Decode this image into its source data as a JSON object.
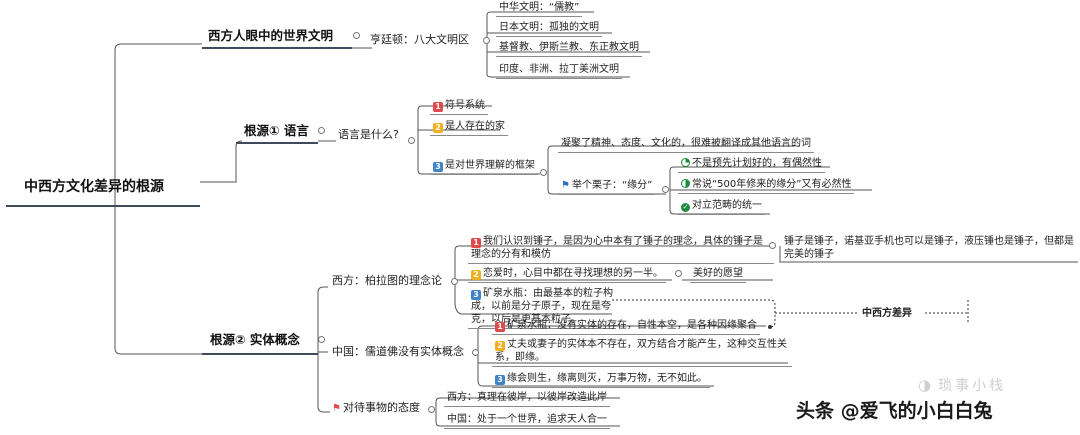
{
  "root": "中西方文化差异的根源",
  "b1": {
    "title": "西方人眼中的世界文明",
    "sub": "亨廷顿：八大文明区",
    "items": [
      "中华文明：“儒教”",
      "日本文明：孤独的文明",
      "基督教、伊斯兰教、东正教文明",
      "印度、非洲、拉丁美洲文明"
    ]
  },
  "b2": {
    "title": "根源① 语言",
    "sub": "语言是什么?",
    "items": [
      "符号系统",
      "是人存在的家",
      "是对世界理解的框架"
    ],
    "frame_detail": "凝聚了精神、态度、文化的，很难被翻译成其他语言的词",
    "example": "举个栗子：“缘分”",
    "example_items": [
      "不是预先计划好的，有偶然性",
      "常说“500年修来的缘分”又有必然性",
      "对立范畴的统一"
    ]
  },
  "b3": {
    "title": "根源② 实体概念",
    "west": "西方：柏拉图的理念论",
    "west_items": [
      "我们认识到锤子，是因为心中本有了锤子的理念，具体的锤子是理念的分有和模仿",
      "恋爱时，心目中都在寻找理想的另一半。",
      "矿泉水瓶：由最基本的粒子构成，以前是分子原子，现在是夸克，以后是更基本粒子。"
    ],
    "west_item1_detail": "锤子是锤子，诺基亚手机也可以是锤子，液压锤也是锤子，但都是完美的锤子",
    "west_item2_detail": "美好的愿望",
    "china": "中国：儒道佛没有实体概念",
    "china_items": [
      "矿泉水瓶：没有实体的存在，自性本空，是各种因缘聚合",
      "丈夫或妻子的实体本不存在，双方结合才能产生，这种交互性关系，即缘。",
      "缘会则生，缘离则灭，万事万物，无不如此。"
    ],
    "diff_label": "中西方差异",
    "attitude": "对待事物的态度",
    "attitude_items": [
      "西方：真理在彼岸，以彼岸改造此岸",
      "中国：处于一个世界，追求天人合一"
    ]
  },
  "watermark": "琐事小栈",
  "byline": "头条 @爱飞的小白白兔"
}
